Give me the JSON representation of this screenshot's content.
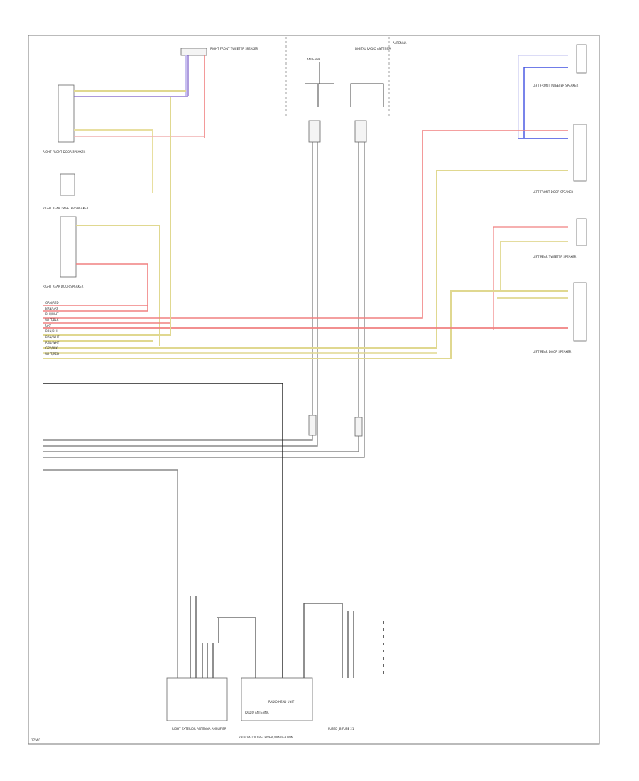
{
  "diagram": {
    "top_labels": {
      "right_front_tweeter": "RIGHT FRONT TWEETER SPEAKER",
      "antenna_section": "ANTENNA",
      "antenna_a": "ANTENNA",
      "antenna_b": "DIGITAL RADIO ANTENNA"
    },
    "components": {
      "rf_door_speaker": "RIGHT FRONT DOOR SPEAKER",
      "rr_tweeter": "RIGHT REAR TWEETER SPEAKER",
      "rr_door_speaker": "RIGHT REAR DOOR SPEAKER",
      "lf_tweeter": "LEFT FRONT TWEETER SPEAKER",
      "lf_door_speaker": "LEFT FRONT DOOR SPEAKER",
      "lr_tweeter": "LEFT REAR TWEETER SPEAKER",
      "lr_door_speaker": "LEFT REAR DOOR SPEAKER",
      "antenna_amp": "RIGHT EXTERIOR ANTENNA AMPLIFIER",
      "radio_antenna": "RADIO ANTENNA",
      "radio_head": "RADIO HEAD UNIT",
      "radio_main": "RADIO AUDIO RECEIVER / NAVIGATION",
      "fused_jb": "FUSED JB FUSE 21"
    },
    "wires": [
      "GRN/RED",
      "BRN/GRY",
      "BLU/WHT",
      "WHT/BLK",
      "GRY",
      "BRN/BLU",
      "BRN/WHT",
      "RED/WHT",
      "GRY/BLK",
      "WHT/RED"
    ],
    "footer_code": "17 W0"
  }
}
